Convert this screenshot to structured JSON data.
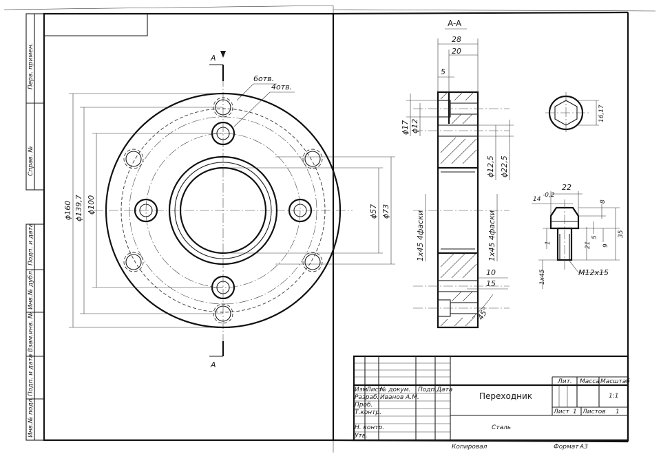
{
  "views": {
    "section_label": "A-A",
    "cut_label_top": "A",
    "cut_label_bottom": "A"
  },
  "front_view": {
    "holes_outer": "6отв.",
    "holes_inner": "4отв.",
    "dims": {
      "d160": "ϕ160",
      "d139": "ϕ139,7",
      "d100": "ϕ100",
      "d57": "ϕ57",
      "d73": "ϕ73"
    }
  },
  "section_view": {
    "dims": {
      "w28": "28",
      "w20": "20",
      "w5": "5",
      "d17": "ϕ17",
      "d12": "ϕ12",
      "d125": "ϕ12,5",
      "d225": "ϕ22,5",
      "chamfer_left": "1x45 4фаски",
      "chamfer_right": "1x45 4фаски",
      "h10": "10",
      "h15": "15",
      "a45": "45°"
    }
  },
  "bolt_view": {
    "hex_dim": "16,17",
    "dims": {
      "w22": "22",
      "tol14": "14",
      "tol14sup": "-0,2",
      "h8": "8",
      "h5": "5",
      "h9": "9",
      "h21": "21",
      "h35": "35",
      "h1": "1",
      "thread": "M12x15",
      "chamfer": "1x45"
    }
  },
  "side_column": {
    "perv_primen": "Перв. примен.",
    "sprav": "Справ. №",
    "podp_data_1": "Подп. и дата",
    "inv_dubl": "Инв.№ дубл.",
    "vzam_inv": "Взам.инв. №",
    "podp_data_2": "Подп. и дата",
    "inv_podl": "Инв.№ подл."
  },
  "title_block": {
    "col_izm": "Изм.",
    "col_list": "Лист",
    "col_doc": "№ докум.",
    "col_podp": "Подп.",
    "col_data": "Дата",
    "row_razrab": "Разраб.",
    "razrab_name": "Иванов А.М.",
    "row_prov": "Проб.",
    "row_tkontr": "Т.контр.",
    "row_nkontr": "Н. контр.",
    "row_utv": "Утв.",
    "part_name": "Переходник",
    "material": "Сталь",
    "lit": "Лит.",
    "massa": "Масса",
    "masshtab": "Масштаб",
    "scale": "1:1",
    "list_label": "Лист",
    "list_num": "1",
    "listov_label": "Листов",
    "listov_num": "1",
    "kopiroval": "Копировал",
    "format_label": "Формат",
    "format_value": "А3"
  }
}
